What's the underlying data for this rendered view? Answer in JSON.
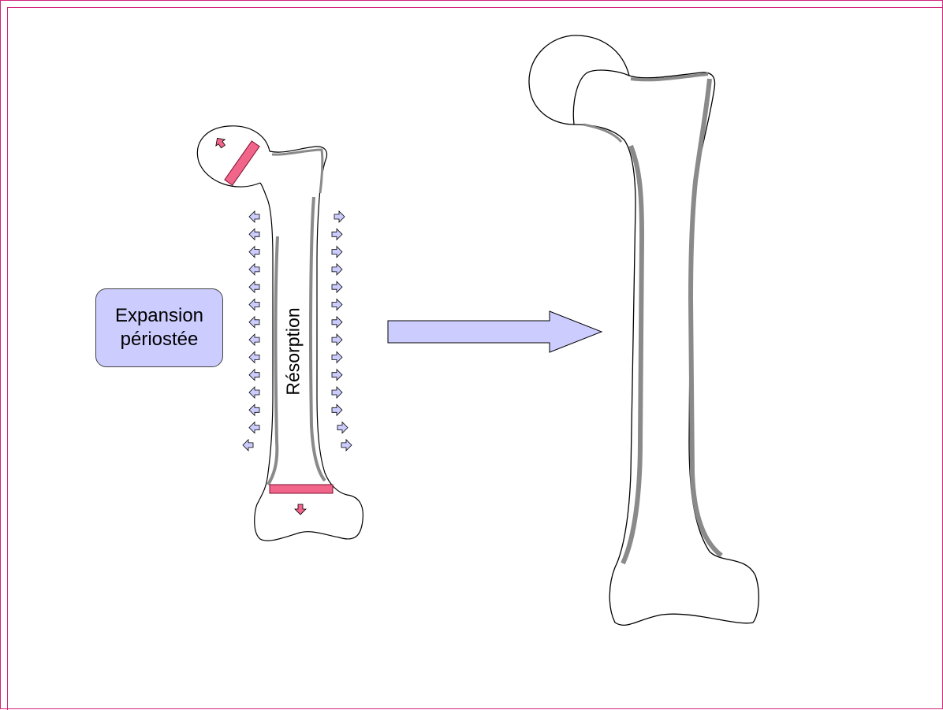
{
  "labels": {
    "expansion_line1": "Expansion",
    "expansion_line2": "périostée",
    "resorption": "Résorption"
  },
  "colors": {
    "frame": "#d0257a",
    "arrow_fill": "#ccccff",
    "growth_plate": "#f2658a",
    "cortex": "#8a8a8a",
    "outline": "#000000"
  }
}
